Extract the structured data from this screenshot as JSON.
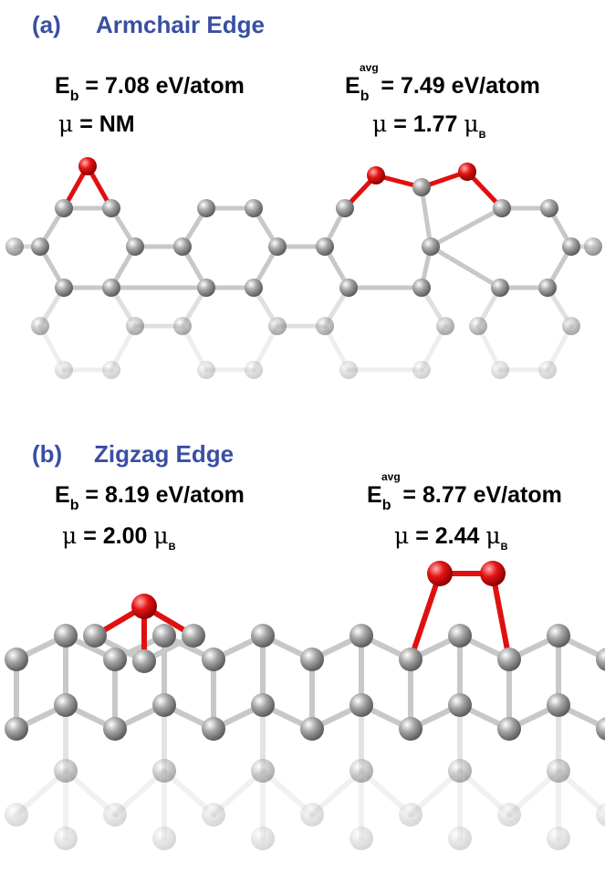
{
  "panels": [
    {
      "letter": "(a)",
      "title": "Armchair Edge",
      "left": {
        "eb_symbol": "E",
        "eb_sub": "b",
        "eb_value": "= 7.08 eV/atom",
        "mu_symbol": "μ",
        "mu_value": "= NM",
        "mu_unit": ""
      },
      "right": {
        "eb_symbol": "E",
        "eb_sub": "b",
        "eb_sup": "avg",
        "eb_value": "= 7.49 eV/atom",
        "mu_symbol": "μ",
        "mu_value": "= 1.77",
        "mu_unit_symbol": "μ",
        "mu_unit_sub": "B"
      }
    },
    {
      "letter": "(b)",
      "title": "Zigzag Edge",
      "left": {
        "eb_symbol": "E",
        "eb_sub": "b",
        "eb_value": "= 8.19 eV/atom",
        "mu_symbol": "μ",
        "mu_value": "= 2.00",
        "mu_unit_symbol": "μ",
        "mu_unit_sub": "B"
      },
      "right": {
        "eb_symbol": "E",
        "eb_sub": "b",
        "eb_sup": "avg",
        "eb_value": "= 8.77 eV/atom",
        "mu_symbol": "μ",
        "mu_value": "= 2.44",
        "mu_unit_symbol": "μ",
        "mu_unit_sub": "B"
      }
    }
  ],
  "colors": {
    "title": "#3a4fa3",
    "oxygen": "#e01010",
    "carbon": "#8a8a8a",
    "bond": "#c8c8c8"
  }
}
